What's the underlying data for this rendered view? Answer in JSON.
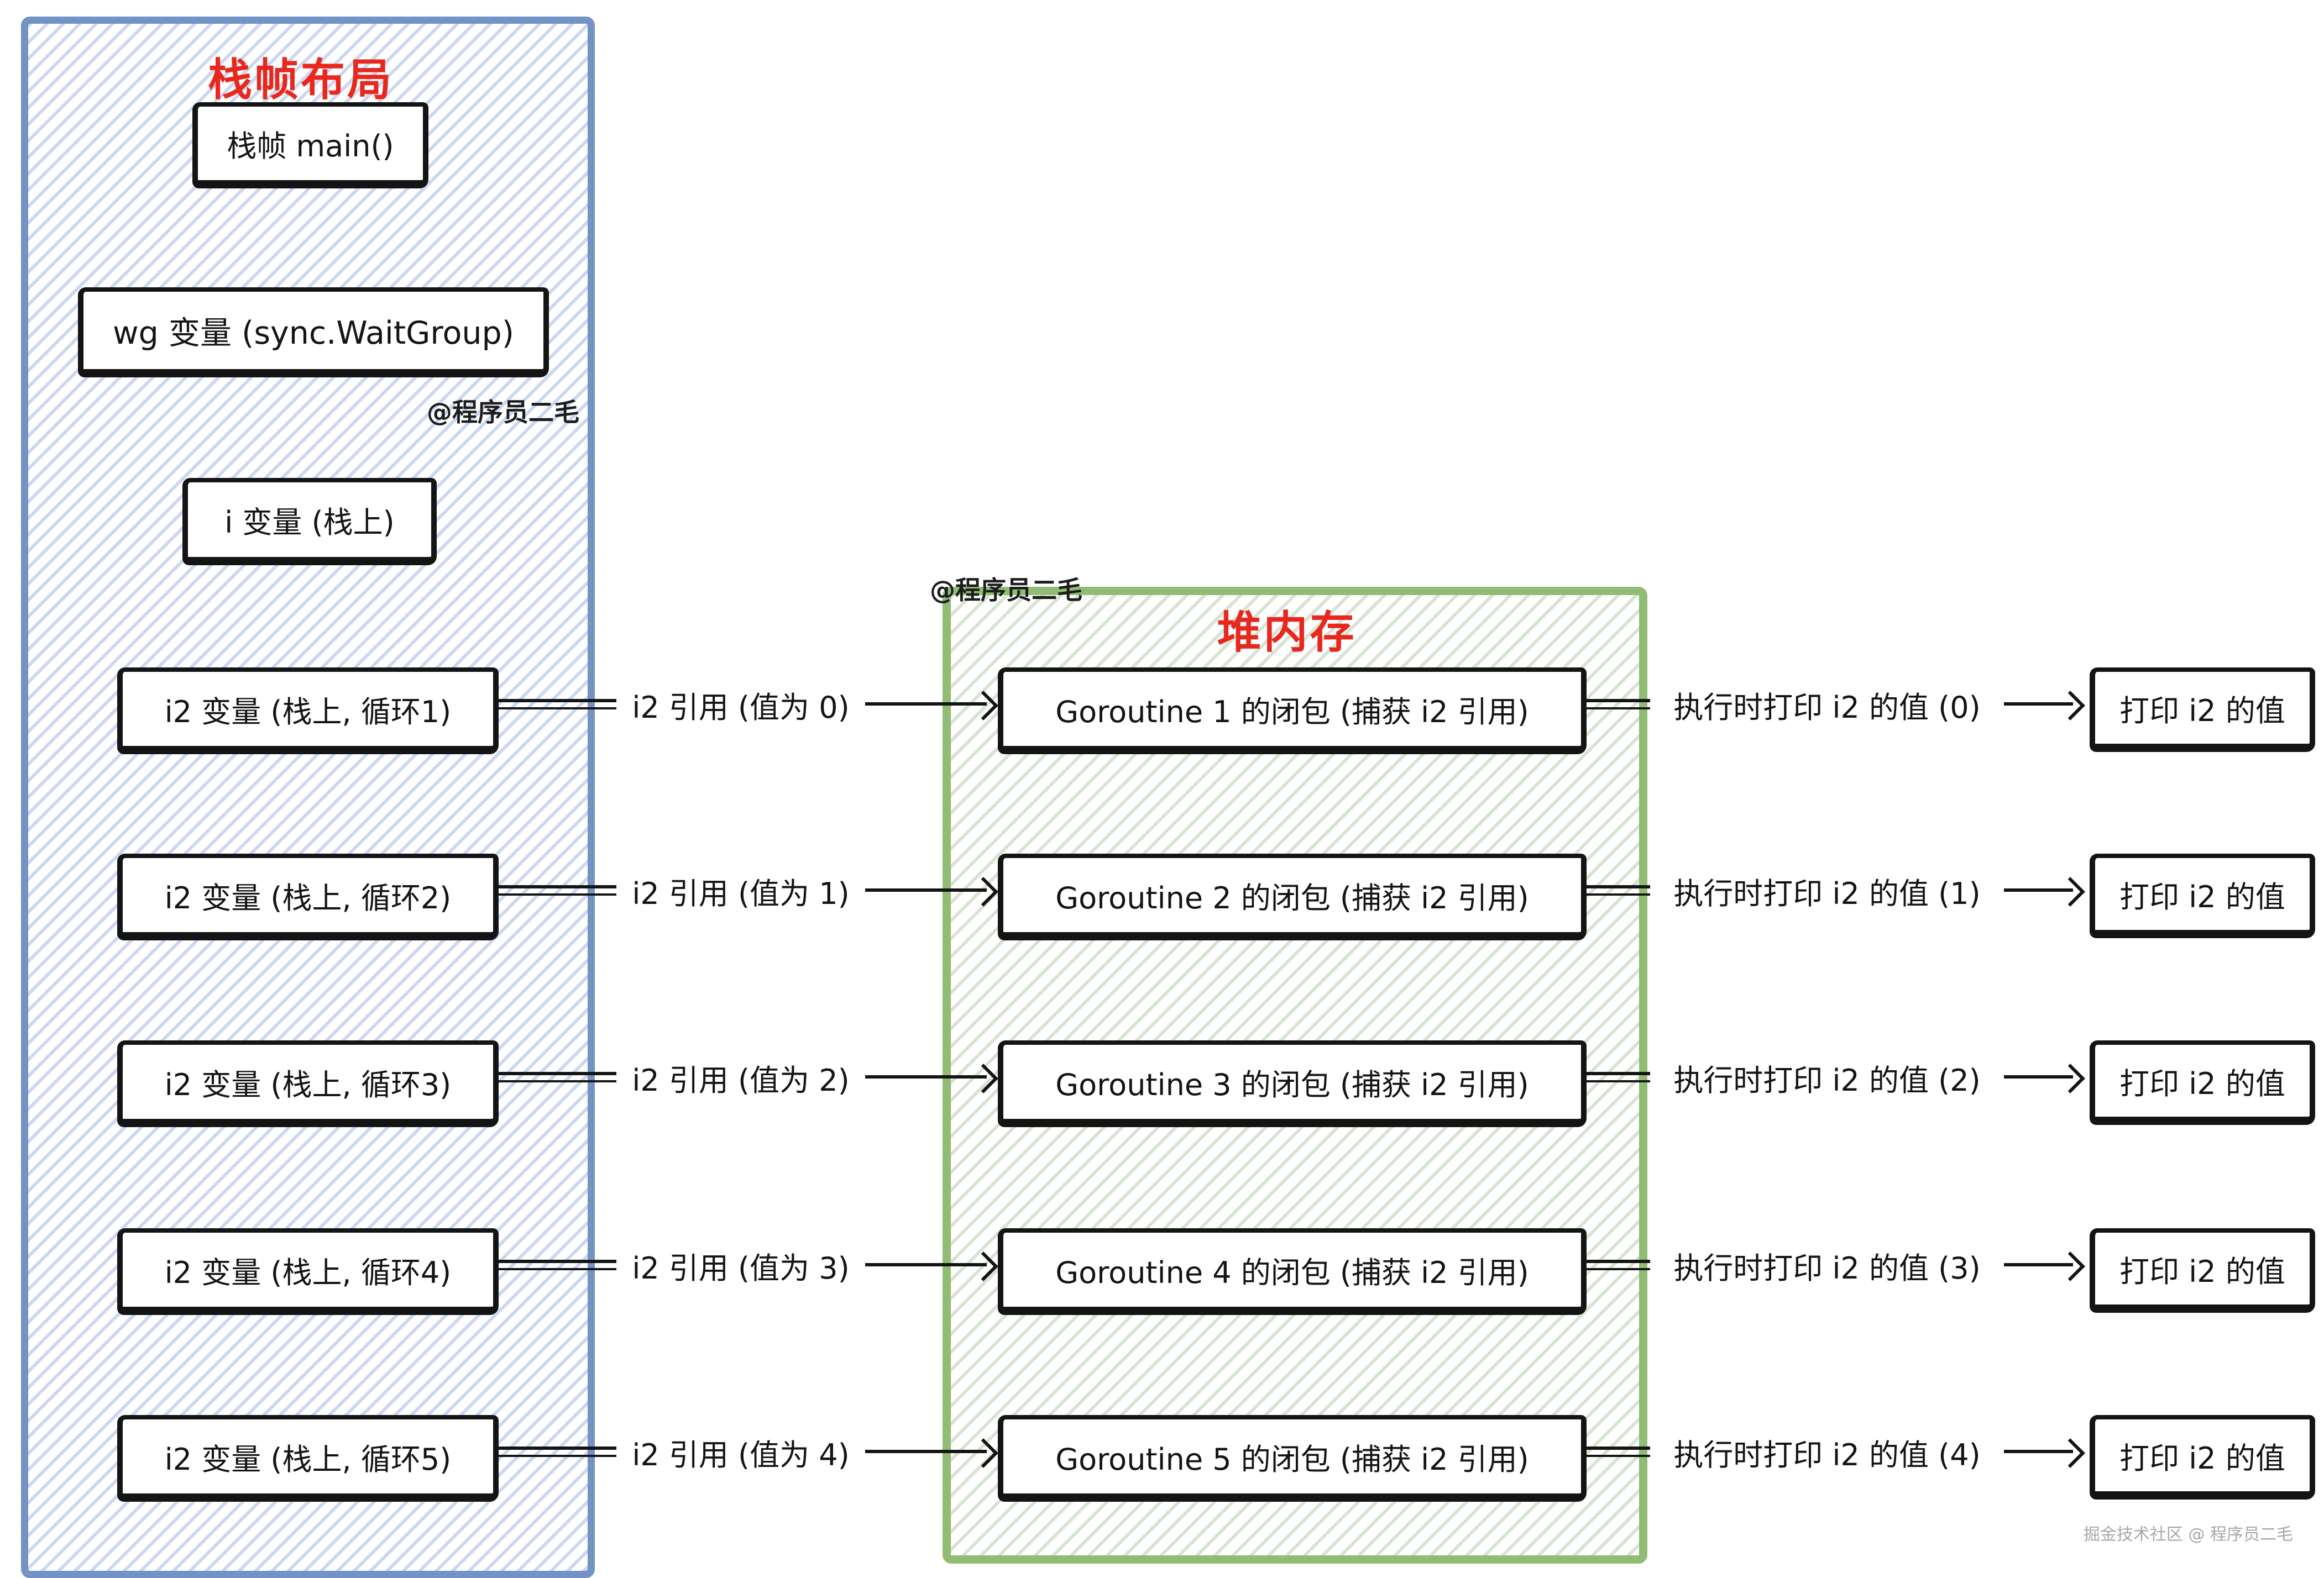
{
  "colors": {
    "stack_panel_border": "#7293c4",
    "stack_panel_hatch": "#cdd8ef",
    "heap_panel_border": "#90bc74",
    "heap_panel_hatch": "#d8e4d3",
    "title_red": "#e8281e",
    "ink": "#141414",
    "footer_gray": "#aba7a2"
  },
  "stack_panel": {
    "title": "栈帧布局",
    "main_box": "栈帧 main()",
    "wg_box": "wg 变量 (sync.WaitGroup)",
    "i_box": "i 变量 (栈上)"
  },
  "heap_panel": {
    "title": "堆内存"
  },
  "watermark": "@程序员二毛",
  "footer_credit": "掘金技术社区 @ 程序员二毛",
  "rows": [
    {
      "stack_var": "i2 变量 (栈上, 循环1)",
      "ref_label": "i2 引用 (值为 0)",
      "closure": "Goroutine 1 的闭包 (捕获 i2 引用)",
      "exec_label": "执行时打印 i2 的值 (0)",
      "print": "打印 i2 的值"
    },
    {
      "stack_var": "i2 变量 (栈上, 循环2)",
      "ref_label": "i2 引用 (值为 1)",
      "closure": "Goroutine 2 的闭包 (捕获 i2 引用)",
      "exec_label": "执行时打印 i2 的值 (1)",
      "print": "打印 i2 的值"
    },
    {
      "stack_var": "i2 变量 (栈上, 循环3)",
      "ref_label": "i2 引用 (值为 2)",
      "closure": "Goroutine 3 的闭包 (捕获 i2 引用)",
      "exec_label": "执行时打印 i2 的值 (2)",
      "print": "打印 i2 的值"
    },
    {
      "stack_var": "i2 变量 (栈上, 循环4)",
      "ref_label": "i2 引用 (值为 3)",
      "closure": "Goroutine 4 的闭包 (捕获 i2 引用)",
      "exec_label": "执行时打印 i2 的值 (3)",
      "print": "打印 i2 的值"
    },
    {
      "stack_var": "i2 变量 (栈上, 循环5)",
      "ref_label": "i2 引用 (值为 4)",
      "closure": "Goroutine 5 的闭包 (捕获 i2 引用)",
      "exec_label": "执行时打印 i2 的值 (4)",
      "print": "打印 i2 的值"
    }
  ]
}
